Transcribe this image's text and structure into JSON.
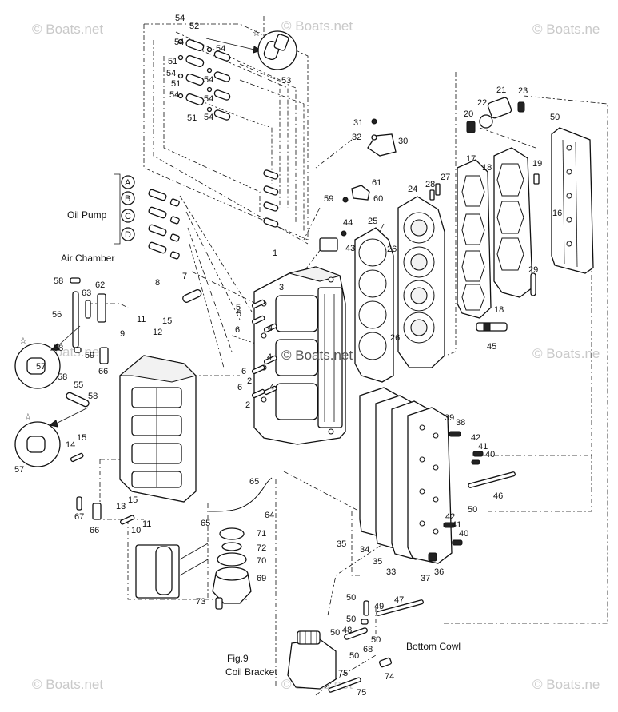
{
  "watermarks": [
    "© Boats.net",
    "© Boats.net",
    "© Boats.ne",
    "© Boats.net",
    "© Boats.ne",
    "© Boats.net",
    "© Boats.net",
    "© Boats.ne"
  ],
  "center_watermark": "© Boats.net",
  "text_labels": {
    "oil_pump": "Oil Pump",
    "air_chamber": "Air Chamber",
    "fig9": "Fig.9",
    "coil_bracket": "Coil Bracket",
    "bottom_cowl": "Bottom Cowl"
  },
  "circle_letters": [
    "A",
    "B",
    "C",
    "D"
  ],
  "part_numbers": {
    "p54a": "54",
    "p52": "52",
    "p54b": "54",
    "p54c": "54",
    "p51a": "51",
    "p54d": "54",
    "p54e": "54",
    "p51b": "51",
    "p54f": "54",
    "p54g": "54",
    "p51c": "51",
    "p54h": "54",
    "p53": "53",
    "p31": "31",
    "p32": "32",
    "p30": "30",
    "p21": "21",
    "p22": "22",
    "p23": "23",
    "p20": "20",
    "p50a": "50",
    "p17": "17",
    "p18a": "18",
    "p19": "19",
    "p16": "16",
    "p61": "61",
    "p59": "59",
    "p60": "60",
    "p28": "28",
    "p27": "27",
    "p24": "24",
    "p44": "44",
    "p43": "43",
    "p25": "25",
    "p26a": "26",
    "p26b": "26",
    "p29": "29",
    "p18b": "18",
    "p1": "1",
    "p3": "3",
    "p5a": "5",
    "p5b": "5",
    "p6a": "6",
    "p4a": "4",
    "p6b": "6",
    "p4b": "4",
    "p6c": "6",
    "p2a": "2",
    "p4c": "4",
    "p2b": "2",
    "p45": "45",
    "p58a": "58",
    "p63": "63",
    "p62": "62",
    "p8": "8",
    "p7": "7",
    "p56": "56",
    "p58b": "58",
    "p59b": "59",
    "p9": "9",
    "p11a": "11",
    "p12": "12",
    "p15a": "15",
    "p57a": "57",
    "p66a": "66",
    "p58c": "58",
    "p55": "55",
    "p58d": "58",
    "p14": "14",
    "p15b": "15",
    "p57b": "57",
    "p67": "67",
    "p66b": "66",
    "p13": "13",
    "p15c": "15",
    "p10": "10",
    "p11b": "11",
    "p65a": "65",
    "p65b": "65",
    "p64": "64",
    "p71": "71",
    "p72": "72",
    "p70": "70",
    "p69": "69",
    "p73": "73",
    "p39": "39",
    "p38": "38",
    "p42a": "42",
    "p41a": "41",
    "p40a": "40",
    "p46": "46",
    "p50b": "50",
    "p42b": "42",
    "p41b": "41",
    "p40b": "40",
    "p35a": "35",
    "p34": "34",
    "p35b": "35",
    "p33": "33",
    "p37": "37",
    "p36": "36",
    "p50c": "50",
    "p49": "49",
    "p47": "47",
    "p50d": "50",
    "p48": "48",
    "p50e": "50",
    "p68": "68",
    "p50f": "50",
    "p50g": "50",
    "p75": "75",
    "p74": "74"
  }
}
